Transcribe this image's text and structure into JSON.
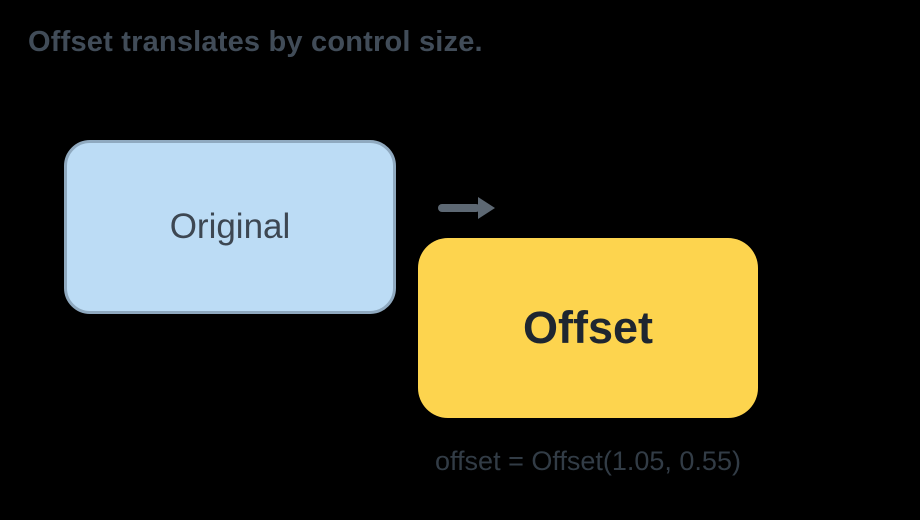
{
  "title": "Offset translates by control size.",
  "diagram": {
    "original_box": {
      "label": "Original"
    },
    "offset_box": {
      "label": "Offset"
    },
    "caption": "offset = Offset(1.05, 0.55)"
  },
  "icons": {
    "arrow_right": "right-arrow"
  },
  "colors": {
    "background": "#000000",
    "title_text": "#414c58",
    "original_fill": "#bcdcf5",
    "original_border": "#8fa9bf",
    "original_text": "#3d4752",
    "offset_fill": "#fdd44e",
    "offset_text": "#1e2630",
    "arrow": "#5d6873",
    "caption_text": "#323c46"
  }
}
